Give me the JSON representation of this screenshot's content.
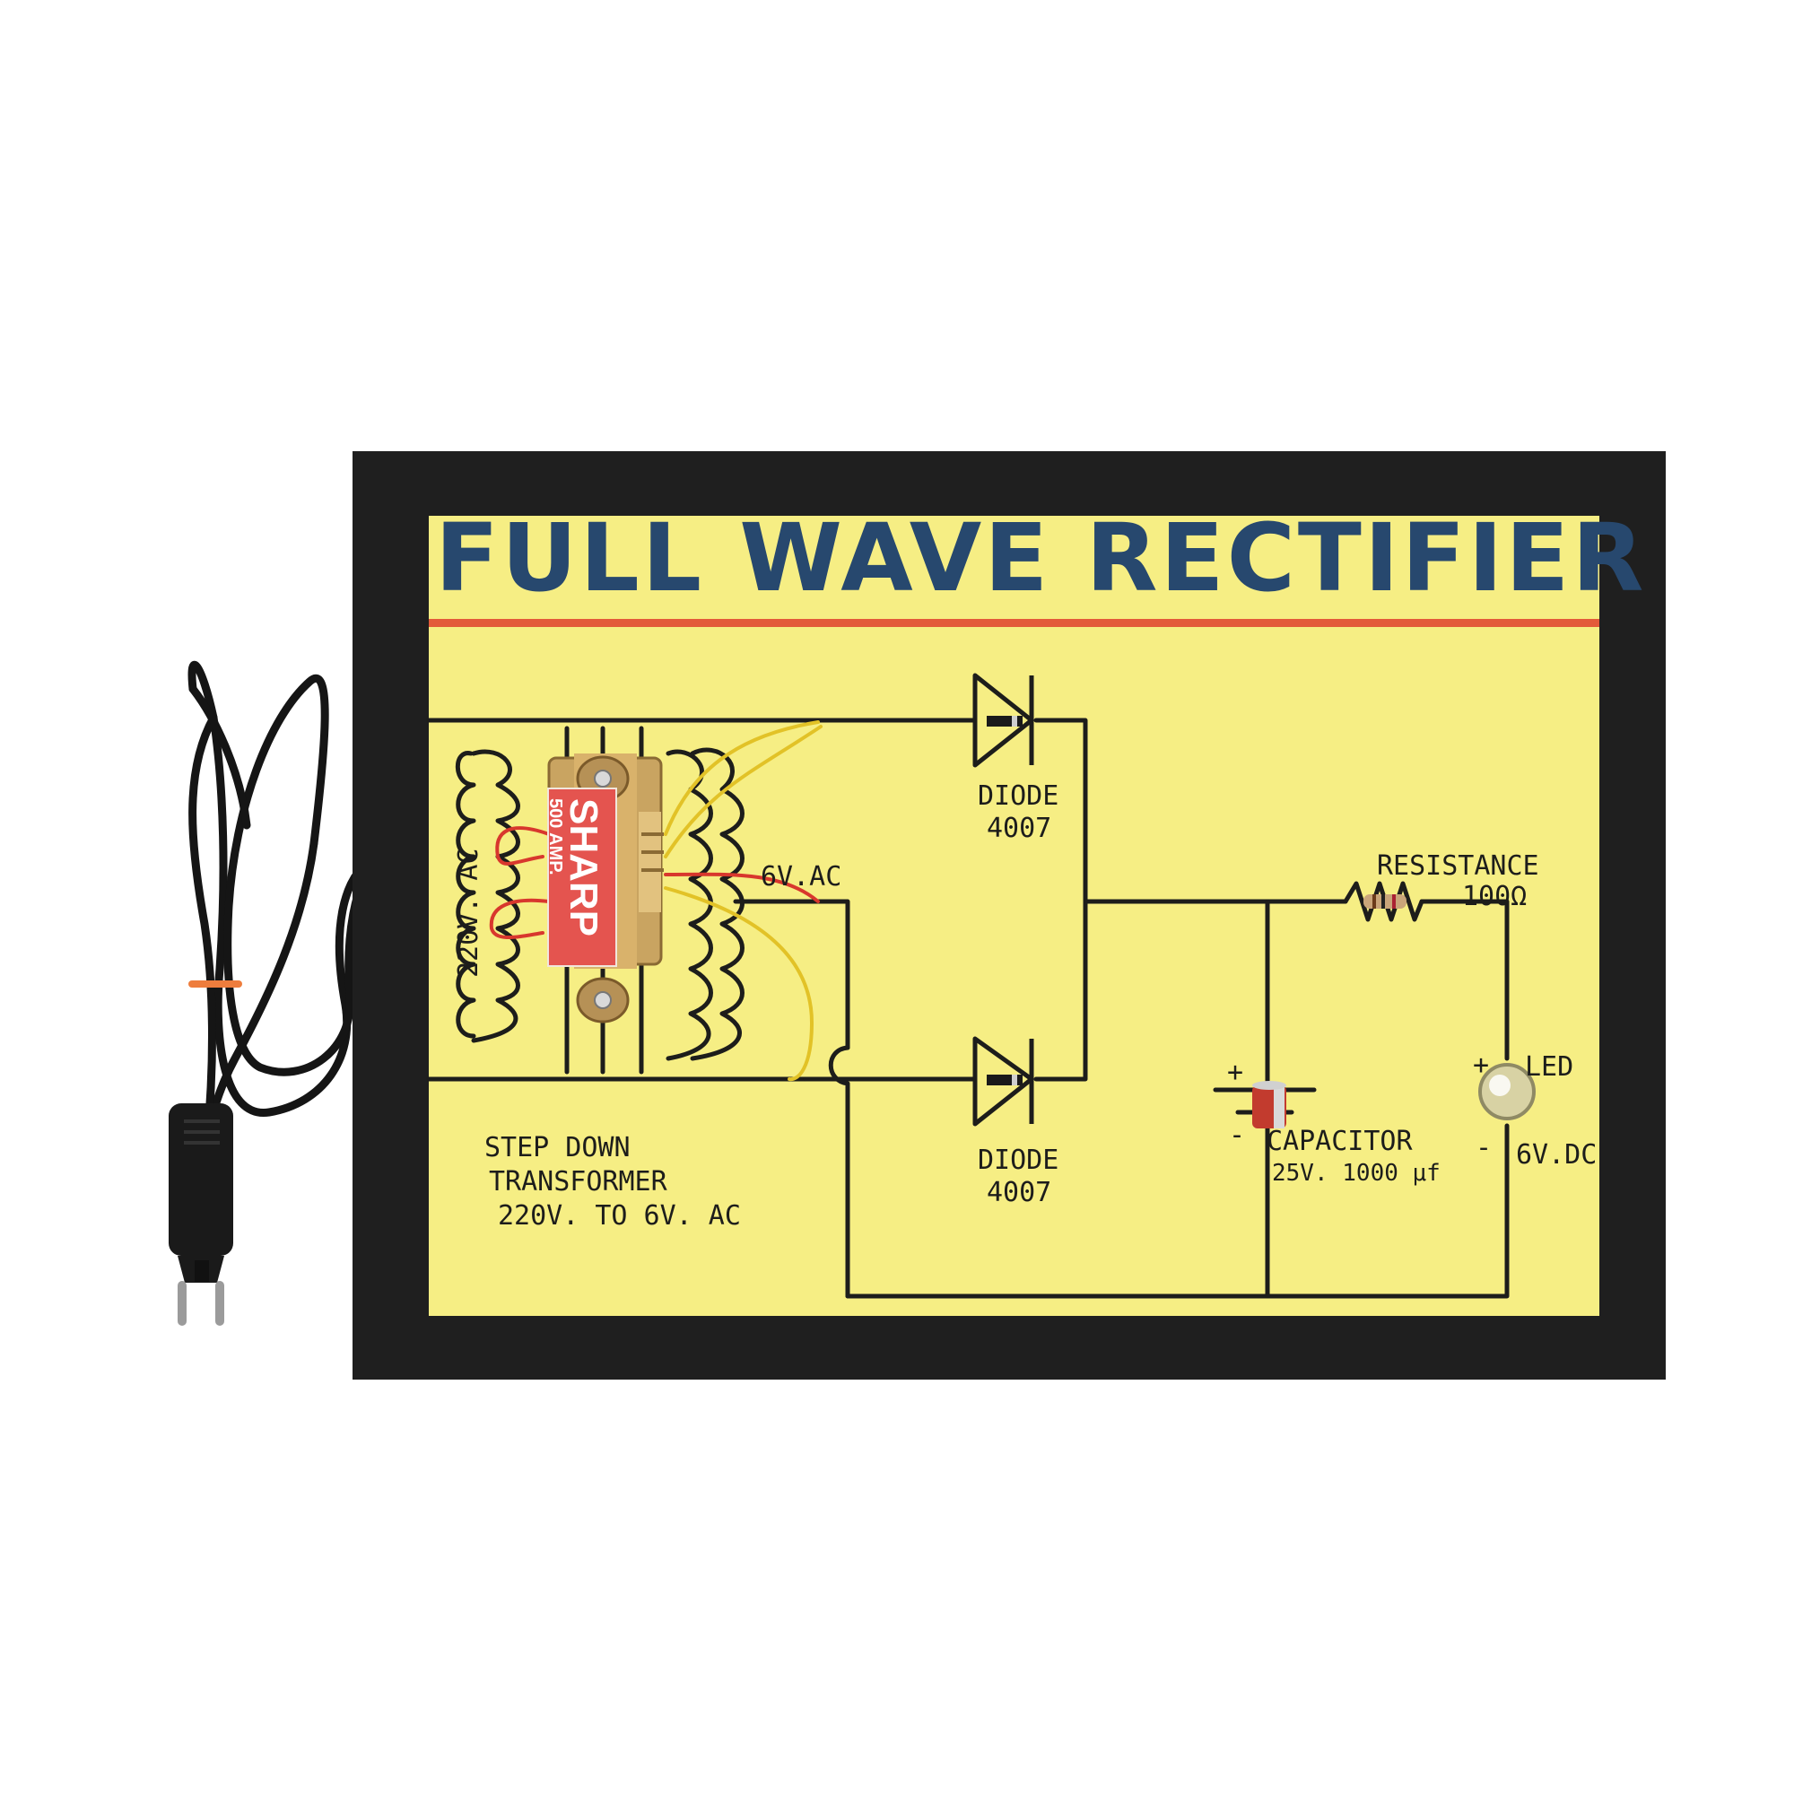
{
  "board": {
    "title": "FULL WAVE RECTIFIER",
    "labels": {
      "input_voltage": "220V. AC",
      "secondary_voltage": "6V.AC",
      "diode_top_name": "DIODE",
      "diode_top_model": "4007",
      "diode_bottom_name": "DIODE",
      "diode_bottom_model": "4007",
      "resistor_name": "RESISTANCE",
      "resistor_value": "100Ω",
      "led_name": "LED",
      "led_output": "6V.DC",
      "capacitor_name": "CAPACITOR",
      "capacitor_value": "25V. 1000 μf",
      "transformer_line1": "STEP DOWN",
      "transformer_line2": "TRANSFORMER",
      "transformer_line3": "220V. TO 6V. AC",
      "cap_plus": "+",
      "cap_minus": "-",
      "led_plus": "+",
      "led_minus": "-"
    },
    "transformer_badge": {
      "brand": "SHARP",
      "rating": "500 AMP."
    }
  },
  "colors": {
    "background": "#ffffff",
    "frame": "#1f1f1f",
    "paper": "#f6ee84",
    "title_ink": "#27486e",
    "underline": "#e35a3a",
    "ink": "#1d1d1b",
    "wire_yellow": "#e2c227",
    "wire_red": "#d8372d",
    "cord": "#151515",
    "badge": "#e4544f"
  },
  "icons": [
    "power-plug-icon",
    "transformer-icon",
    "diode-icon",
    "resistor-icon",
    "capacitor-icon",
    "led-icon"
  ]
}
